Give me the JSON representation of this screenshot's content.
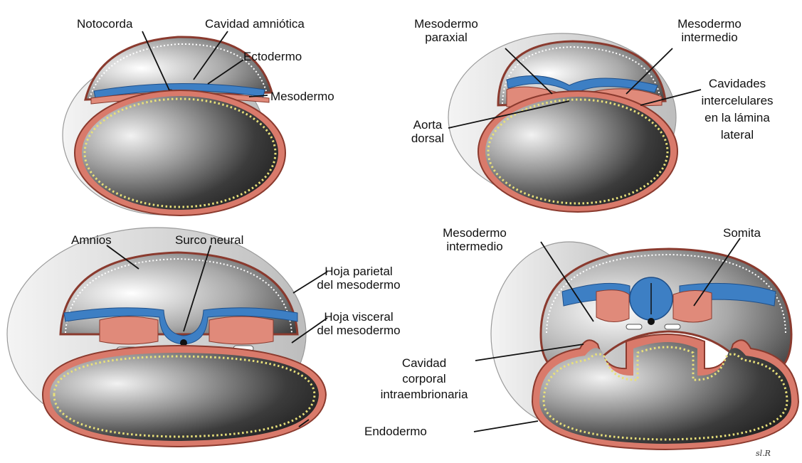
{
  "panel_a": {
    "notocorda": "Notocorda",
    "cavidad_amniotica": "Cavidad amniótica",
    "ectodermo": "Ectodermo",
    "mesodermo": "Mesodermo"
  },
  "panel_b": {
    "mesodermo_paraxial_1": "Mesodermo",
    "mesodermo_paraxial_2": "paraxial",
    "mesodermo_intermedio_1": "Mesodermo",
    "mesodermo_intermedio_2": "intermedio",
    "cavidades_1": "Cavidades",
    "cavidades_2": "intercelulares",
    "cavidades_3": "en la lámina",
    "cavidades_4": "lateral",
    "aorta_1": "Aorta",
    "aorta_2": "dorsal"
  },
  "panel_c": {
    "amnios": "Amnios",
    "surco_neural": "Surco neural",
    "hoja_parietal_1": "Hoja parietal",
    "hoja_parietal_2": "del mesodermo",
    "hoja_visceral_1": "Hoja visceral",
    "hoja_visceral_2": "del mesodermo"
  },
  "panel_d": {
    "mesodermo_intermedio_1": "Mesodermo",
    "mesodermo_intermedio_2": "intermedio",
    "somita": "Somita",
    "cavidad_1": "Cavidad",
    "cavidad_2": "corporal",
    "cavidad_3": "intraembrionaria",
    "endodermo": "Endodermo",
    "signature": "sl.R"
  },
  "colors": {
    "ectoderm": "#3d7fc4",
    "mesoderm": "#e08a7a",
    "endoderm_dots": "#e8e07a",
    "outline": "#8a3a2e",
    "yolk_dark": "#3a3a3a"
  }
}
